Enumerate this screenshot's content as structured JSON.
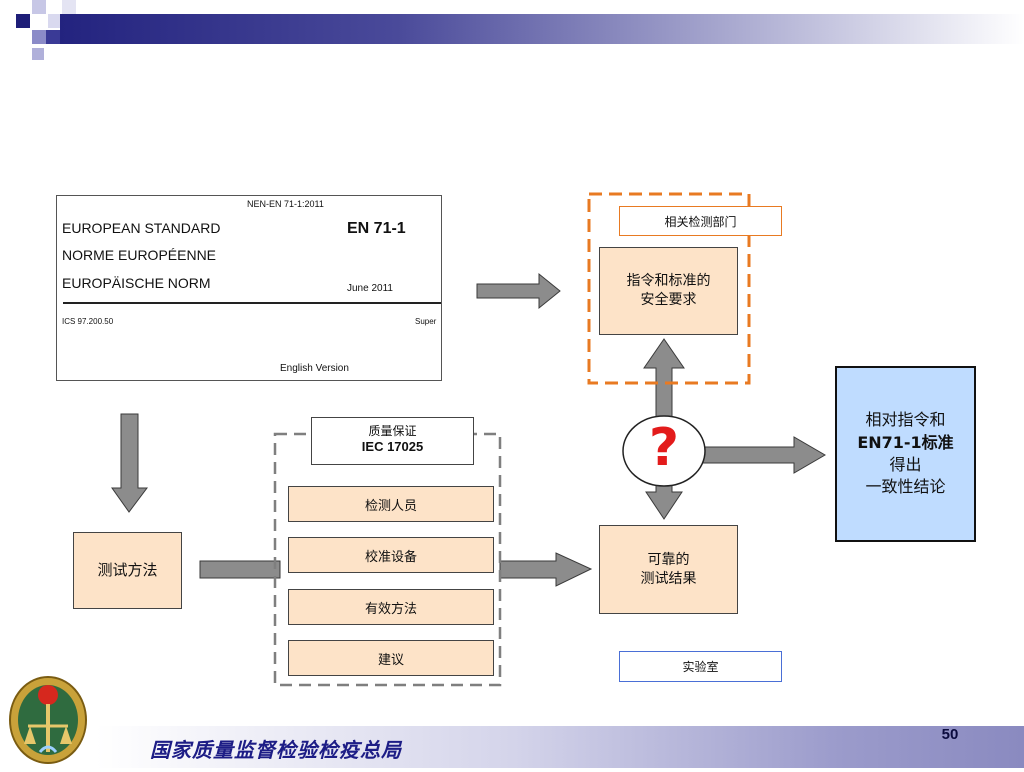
{
  "slide": {
    "footer_org": "国家质量监督检验检疫总局",
    "page_number": "50"
  },
  "doc": {
    "ref": "NEN-EN 71-1:2011",
    "name_en": "EUROPEAN STANDARD",
    "name_fr": "NORME EUROPÉENNE",
    "name_de": "EUROPÄISCHE NORM",
    "code": "EN 71-1",
    "date": "June 2011",
    "ics": "ICS 97.200.50",
    "supersedes": "Super",
    "version": "English Version"
  },
  "diagram": {
    "related_dept_label": "相关检测部门",
    "safety_req": [
      "指令和标准的",
      "安全要求"
    ],
    "question_mark": "?",
    "conformity": [
      "相对指令和",
      "EN71-1标准",
      "得出",
      "一致性结论"
    ],
    "test_method": "测试方法",
    "qa_title": "质量保证",
    "qa_std": "IEC 17025",
    "qa_items": [
      "检测人员",
      "校准设备",
      "有效方法",
      "建议"
    ],
    "reliable_result": [
      "可靠的",
      "测试结果"
    ],
    "lab_label": "实验室"
  },
  "colors": {
    "header_blue": "#23237f",
    "box_peach": "#fde3c8",
    "result_blue": "#bfdcff",
    "dashed_orange": "#e87a22",
    "dashed_gray": "#7f7f7f",
    "arrow_gray": "#8c8c8c",
    "question_red": "#e31b1b",
    "footer_text": "#1d1d86"
  }
}
